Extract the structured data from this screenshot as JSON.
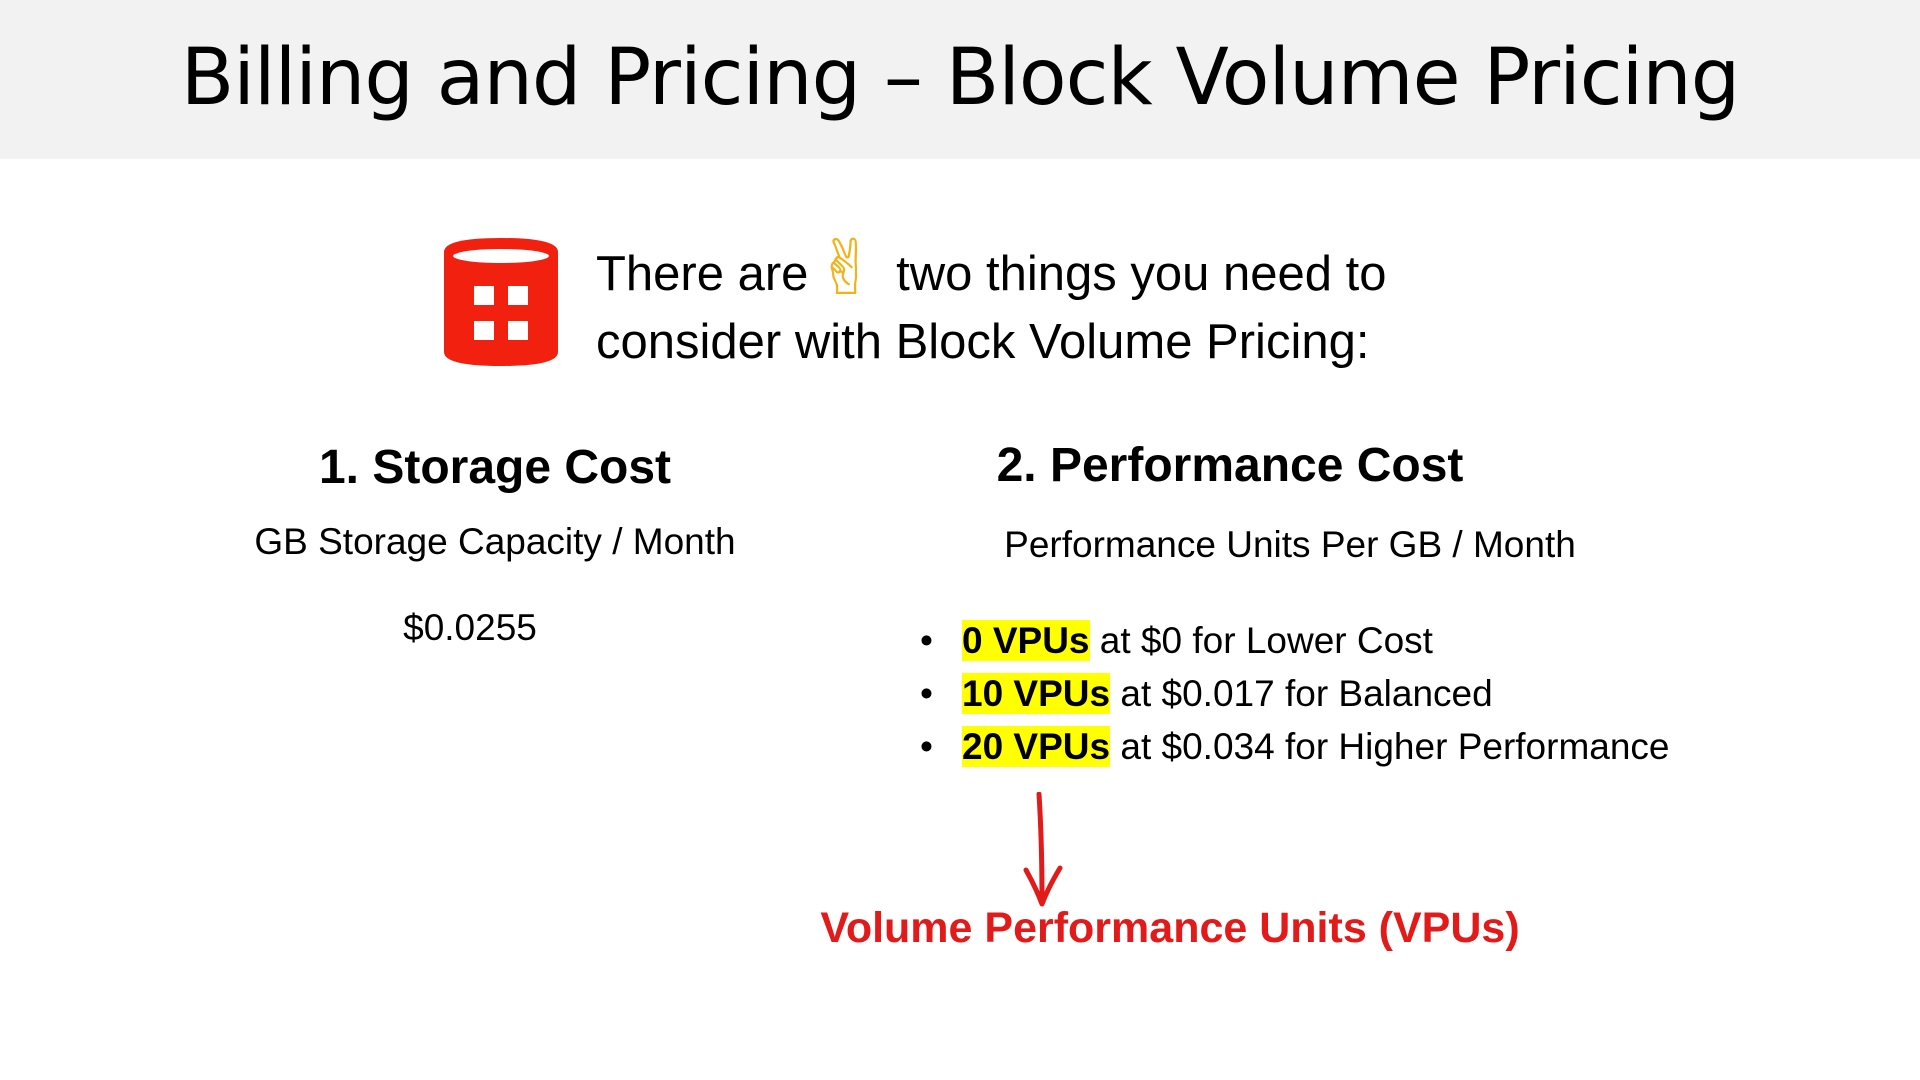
{
  "title": "Billing and Pricing – Block Volume Pricing",
  "intro": {
    "text_before": "There are",
    "emoji": "✌",
    "text_after": "two things you need to consider with Block Volume Pricing:",
    "icon": "block-volume-icon",
    "icon_color": "#f2200f"
  },
  "storage": {
    "heading": "1. Storage Cost",
    "subheading": "GB Storage Capacity / Month",
    "price": "$0.0255"
  },
  "performance": {
    "heading": "2. Performance Cost",
    "subheading": "Performance Units Per GB / Month",
    "items": [
      {
        "bullet": "•",
        "highlight": "0 VPUs",
        "text": " at $0 for Lower Cost"
      },
      {
        "bullet": "•",
        "highlight": "10 VPUs",
        "text": " at $0.017 for Balanced"
      },
      {
        "bullet": "•",
        "highlight": "20 VPUs",
        "text": " at $0.034 for Higher Performance"
      }
    ],
    "highlight_color": "#ffff00"
  },
  "callout": {
    "text": "Volume Performance Units (VPUs)",
    "color": "#e21a1a"
  }
}
